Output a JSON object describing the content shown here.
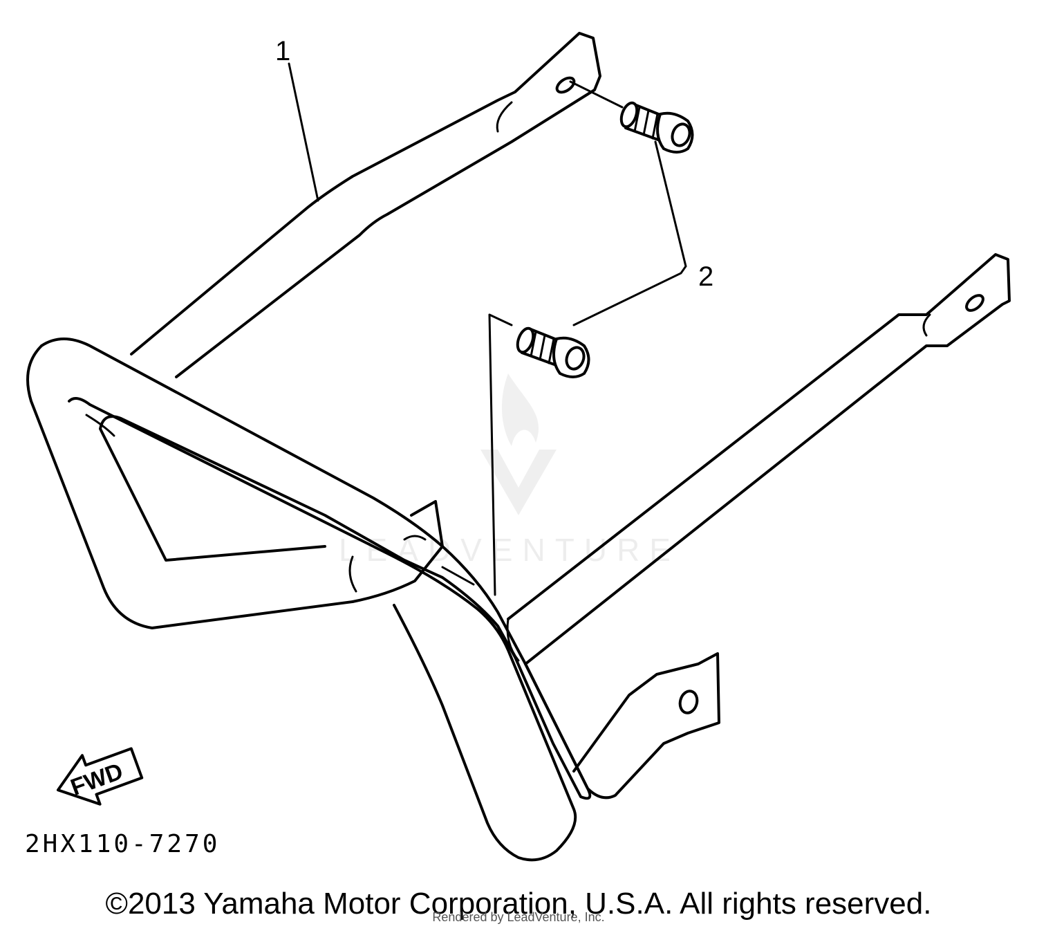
{
  "callouts": {
    "part_1": "1",
    "part_2": "2"
  },
  "direction_arrow": {
    "label": "FWD"
  },
  "diagram_code": "2HX110-7270",
  "footer": {
    "copyright": "©2013 Yamaha Motor Corporation, U.S.A. All rights reserved.",
    "rendered_by": "Rendered by LeadVenture, Inc."
  },
  "watermark": {
    "text": "LEADVENTURE"
  }
}
